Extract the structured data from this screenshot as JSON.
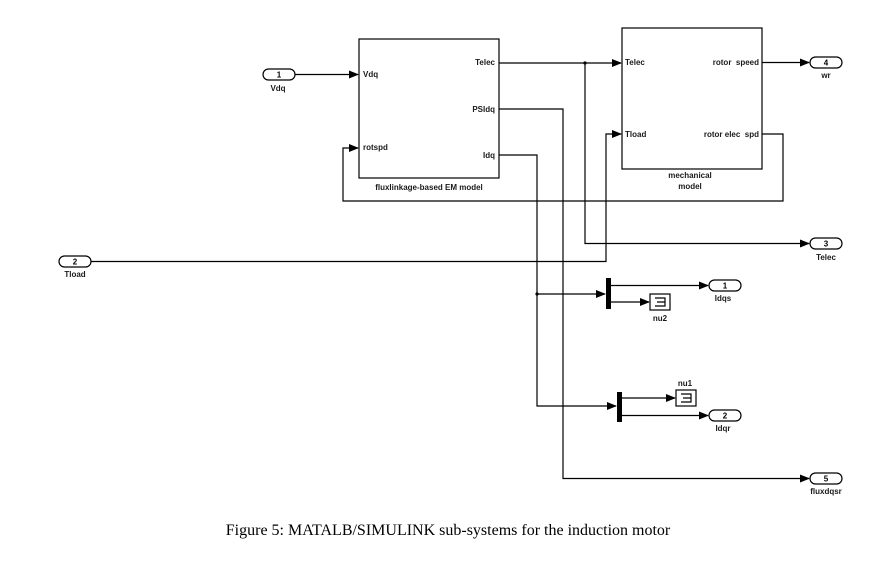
{
  "diagram": {
    "type": "simulink-block-diagram",
    "blocks": {
      "em_model": {
        "name": "fluxlinkage-based EM model",
        "inputs": [
          "Vdq",
          "rotspd"
        ],
        "outputs": [
          "Telec",
          "PSIdq",
          "Idq"
        ]
      },
      "mech_model": {
        "name_line1": "mechanical",
        "name_line2": "model",
        "inputs": [
          "Telec",
          "Tload"
        ],
        "outputs": [
          "rotor  speed",
          "rotor elec  spd"
        ]
      },
      "demux1": {
        "name": ""
      },
      "demux2": {
        "name": ""
      },
      "terminator_nu2": {
        "name": "nu2"
      },
      "terminator_nu1": {
        "name": "nu1"
      }
    },
    "inports": [
      {
        "number": "1",
        "name": "Vdq"
      },
      {
        "number": "2",
        "name": "Tload"
      }
    ],
    "outports": [
      {
        "number": "4",
        "name": "wr"
      },
      {
        "number": "3",
        "name": "Telec"
      },
      {
        "number": "1",
        "name": "Idqs"
      },
      {
        "number": "2",
        "name": "Idqr"
      },
      {
        "number": "5",
        "name": "fluxdqsr"
      }
    ],
    "connections": [
      {
        "from": "Vdq inport",
        "to": "EM model.Vdq"
      },
      {
        "from": "EM model.Telec",
        "to": "mechanical model.Telec"
      },
      {
        "from": "EM model.Telec",
        "to": "Telec outport"
      },
      {
        "from": "EM model.PSIdq",
        "to": "fluxdqsr outport"
      },
      {
        "from": "EM model.Idq",
        "to": "demux1"
      },
      {
        "from": "EM model.Idq",
        "to": "demux2"
      },
      {
        "from": "Tload inport",
        "to": "mechanical model.Tload"
      },
      {
        "from": "mechanical model.rotor speed",
        "to": "wr outport"
      },
      {
        "from": "mechanical model.rotor elec spd",
        "to": "EM model.rotspd"
      },
      {
        "from": "demux1",
        "to": "Idqs outport"
      },
      {
        "from": "demux1",
        "to": "nu2 terminator"
      },
      {
        "from": "demux2",
        "to": "nu1 terminator"
      },
      {
        "from": "demux2",
        "to": "Idqr outport"
      }
    ]
  },
  "caption": "Figure 5: MATALB/SIMULINK sub-systems for the induction motor"
}
